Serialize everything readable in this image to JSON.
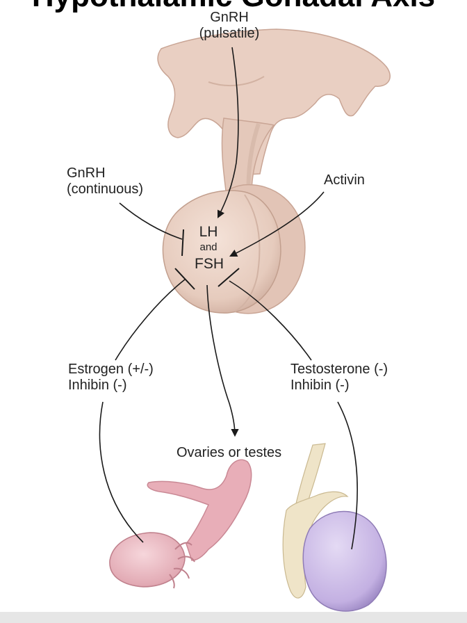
{
  "title_fragment": "Hypothalamic Gonadal Axis",
  "labels": {
    "gnrh_pulsatile": [
      "GnRH",
      "(pulsatile)"
    ],
    "gnrh_continuous": [
      "GnRH",
      "(continuous)"
    ],
    "activin": "Activin",
    "lh": "LH",
    "and": "and",
    "fsh": "FSH",
    "estrogen_inhibin": [
      "Estrogen (+/-)",
      "Inhibin (-)"
    ],
    "testosterone_inhibin": [
      "Testosterone (-)",
      "Inhibin (-)"
    ],
    "target": "Ovaries or testes"
  },
  "colors": {
    "pituitary": "#ead3c6",
    "pituitary_shade": "#c9a595",
    "ovary": "#e7b9c0",
    "testis": "#c8b6e4",
    "epididymis": "#efe4c8",
    "arrow": "#1a1a1a"
  }
}
